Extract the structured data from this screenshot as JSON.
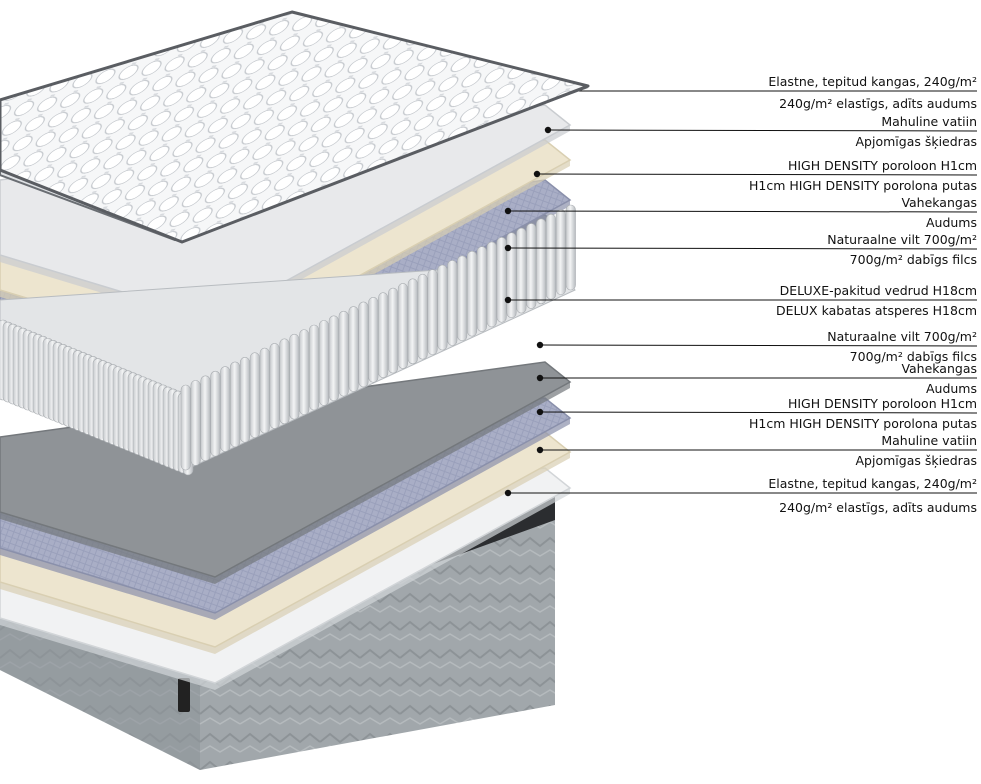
{
  "colors": {
    "ticking_top": "#f4f5f6",
    "ticking_border": "#5a5d62",
    "wadding": "#e8e9eb",
    "foam": "#ede5cf",
    "fabric": "#a9aec6",
    "felt": "#8f9397",
    "springs": "#dfe1e3",
    "ticking_side": "#9ea3a7",
    "leader_line": "#111111"
  },
  "layers": [
    {
      "top": "Elastne, tepitud kangas, 240g/m²",
      "bottom": "240g/m² elastīgs, adīts audums",
      "swatch": "ticking-icon"
    },
    {
      "top": "Mahuline vatiin",
      "bottom": "Apjomīgas šķiedras",
      "swatch": "wadding-icon"
    },
    {
      "top": "HIGH DENSITY poroloon H1cm",
      "bottom": "H1cm HIGH DENSITY porolona putas",
      "swatch": "foam-icon"
    },
    {
      "top": "Vahekangas",
      "bottom": "Audums",
      "swatch": "fabric-icon"
    },
    {
      "top": "Naturaalne vilt 700g/m²",
      "bottom": "700g/m²  dabīgs filcs",
      "swatch": "felt-icon"
    },
    {
      "top": "DELUXE-pakitud vedrud H18cm",
      "bottom": "DELUX kabatas atsperes H18cm",
      "swatch": "springs-icon"
    },
    {
      "top": "Naturaalne vilt 700g/m²",
      "bottom": "700g/m²  dabīgs filcs",
      "swatch": "felt-icon"
    },
    {
      "top": "Vahekangas",
      "bottom": "Audums",
      "swatch": "fabric-icon"
    },
    {
      "top": "HIGH DENSITY poroloon H1cm",
      "bottom": "H1cm HIGH DENSITY porolona putas",
      "swatch": "foam-icon"
    },
    {
      "top": "Mahuline vatiin",
      "bottom": "Apjomīgas šķiedras",
      "swatch": "wadding-icon"
    },
    {
      "top": "Elastne, tepitud kangas, 240g/m²",
      "bottom": "240g/m² elastīgs, adīts audums",
      "swatch": "ticking-icon"
    }
  ]
}
